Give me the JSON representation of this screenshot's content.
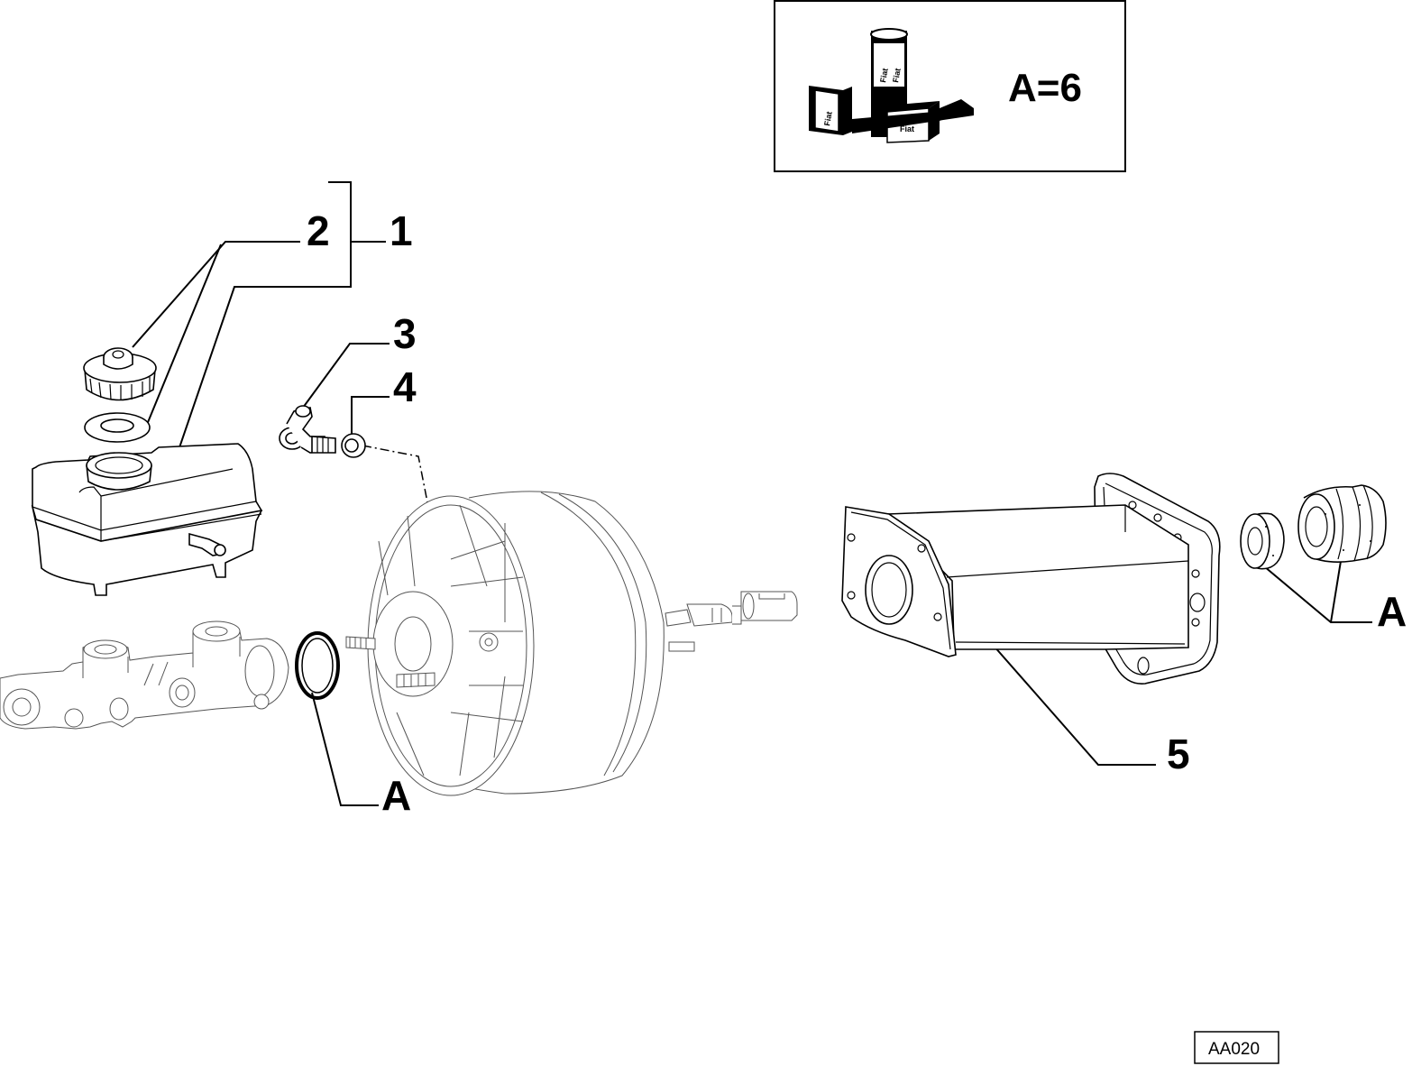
{
  "callouts": {
    "item_1": "1",
    "item_2": "2",
    "item_3": "3",
    "item_4": "4",
    "item_5": "5",
    "kit_a_left": "A",
    "kit_a_right": "A"
  },
  "legend_box": {
    "formula": "A=6",
    "package_marks": [
      "Fiat",
      "Fiat",
      "Fiat",
      "Fiat"
    ]
  },
  "drawing_code": "AA020"
}
